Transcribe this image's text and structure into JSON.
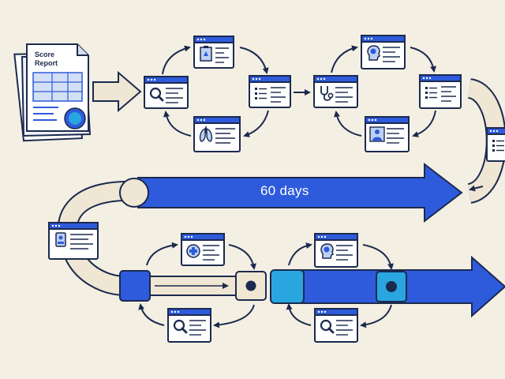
{
  "document": {
    "title_line1": "Score",
    "title_line2": "Report"
  },
  "timeline": {
    "label": "60 days"
  },
  "colors": {
    "background": "#f4efe3",
    "navy": "#1b2a4e",
    "blue": "#2e5bdc",
    "light_blue": "#bed1f2",
    "teal": "#29a6e0",
    "cream": "#efe6d3"
  },
  "icons": [
    "clipboard-icon",
    "magnifier-icon",
    "list-icon",
    "lungs-icon",
    "stethoscope-icon",
    "head-icon",
    "person-scan-icon",
    "badge-icon",
    "medical-cross-icon",
    "seal-icon"
  ]
}
